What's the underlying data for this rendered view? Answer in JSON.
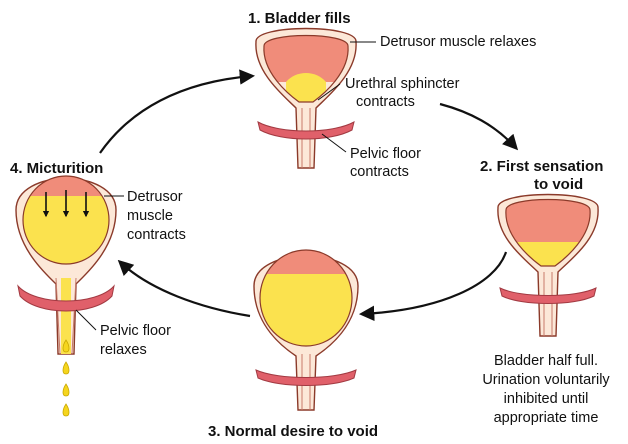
{
  "stages": [
    {
      "title": "1. Bladder fills",
      "labels": [
        "Detrusor muscle relaxes",
        "Urethral sphincter",
        "contracts",
        "Pelvic floor",
        "contracts"
      ]
    },
    {
      "title_lines": [
        "2. First sensation",
        "to void"
      ],
      "caption": [
        "Bladder half full.",
        "Urination voluntarily",
        "inhibited until",
        "appropriate time"
      ]
    },
    {
      "title": "3. Normal desire to void"
    },
    {
      "title": "4. Micturition",
      "labels": [
        "Detrusor",
        "muscle",
        "contracts",
        "Pelvic floor",
        "relaxes"
      ]
    }
  ],
  "colors": {
    "muscle": "#f08c7a",
    "urine": "#fbe24e",
    "wall": "#fce8d8",
    "outline": "#8b3a2a",
    "pelvic": "#e0606a"
  }
}
